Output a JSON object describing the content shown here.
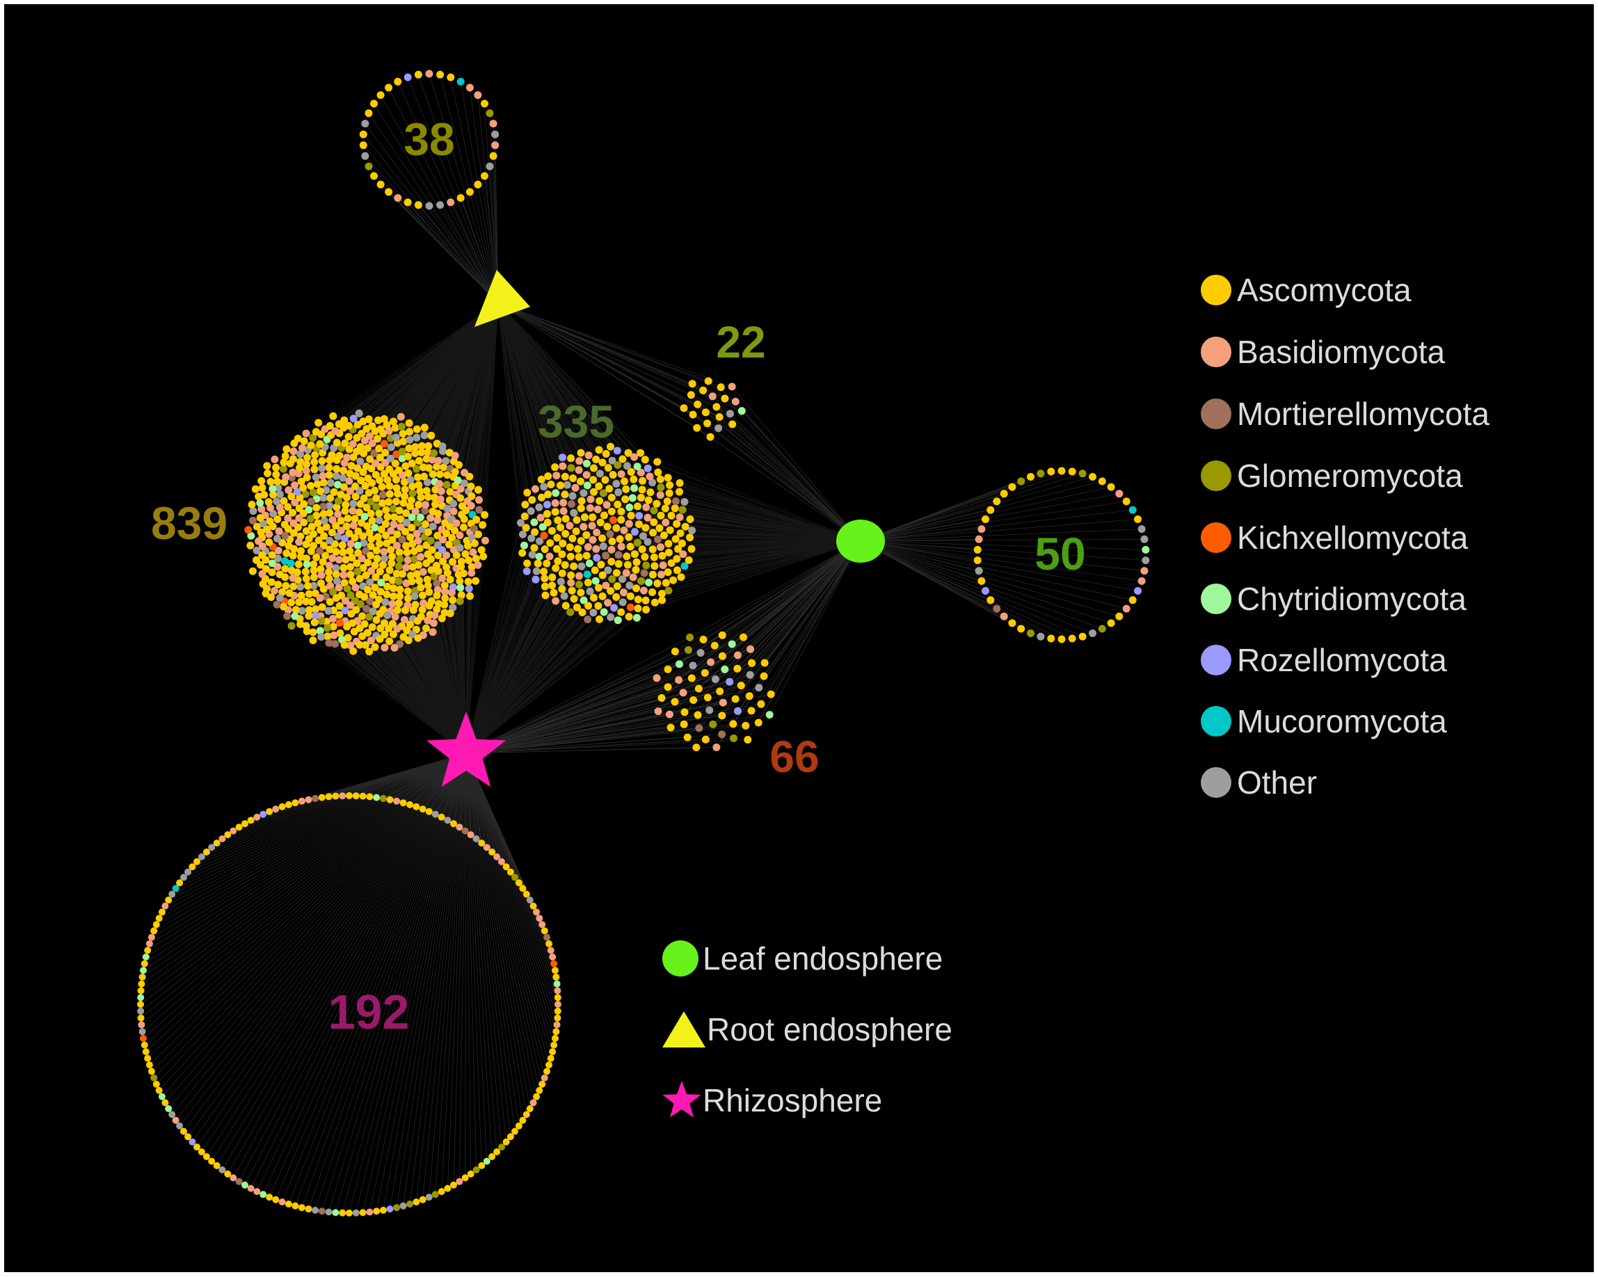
{
  "colors": {
    "background": "#000000",
    "edge": "#d9d9d9",
    "Ascomycota": "#ffcc00",
    "Basidiomycota": "#f4a07a",
    "Mortierellomycota": "#a0705a",
    "Glomeromycota": "#9a9a00",
    "Kichxellomycota": "#ff5c00",
    "Chytridiomycota": "#9ef79a",
    "Rozellomycota": "#9a9aff",
    "Mucoromycota": "#00c8c8",
    "Other": "#9e9e9e"
  },
  "compartments": [
    {
      "id": "leaf",
      "label": "Leaf endosphere",
      "shape": "circle",
      "color": "#66f21a"
    },
    {
      "id": "root",
      "label": "Root endosphere",
      "shape": "triangle",
      "color": "#f2f21a"
    },
    {
      "id": "rhizo",
      "label": "Rhizosphere",
      "shape": "star",
      "color": "#ff1ab3"
    }
  ],
  "phyla": [
    {
      "name": "Ascomycota",
      "icon": "circle-icon"
    },
    {
      "name": "Basidiomycota",
      "icon": "circle-icon"
    },
    {
      "name": "Mortierellomycota",
      "icon": "circle-icon"
    },
    {
      "name": "Glomeromycota",
      "icon": "circle-icon"
    },
    {
      "name": "Kichxellomycota",
      "icon": "circle-icon"
    },
    {
      "name": "Chytridiomycota",
      "icon": "circle-icon"
    },
    {
      "name": "Rozellomycota",
      "icon": "circle-icon"
    },
    {
      "name": "Mucoromycota",
      "icon": "circle-icon"
    },
    {
      "name": "Other",
      "icon": "circle-icon"
    }
  ],
  "clusters": [
    {
      "id": "root-only",
      "count": "38",
      "n": 38,
      "connects": [
        "root"
      ],
      "layout": "ring",
      "label_color": "#8a8a00"
    },
    {
      "id": "root-leaf",
      "count": "22",
      "n": 22,
      "connects": [
        "root",
        "leaf"
      ],
      "layout": "fill",
      "label_color": "#7d9a10"
    },
    {
      "id": "root-rhizo",
      "count": "839",
      "n": 839,
      "connects": [
        "root",
        "rhizo"
      ],
      "layout": "fill",
      "label_color": "#9a7d10"
    },
    {
      "id": "all-three",
      "count": "335",
      "n": 335,
      "connects": [
        "root",
        "leaf",
        "rhizo"
      ],
      "layout": "fill",
      "label_color": "#4a6a2a"
    },
    {
      "id": "leaf-only",
      "count": "50",
      "n": 50,
      "connects": [
        "leaf"
      ],
      "layout": "ring",
      "label_color": "#4aa010"
    },
    {
      "id": "leaf-rhizo",
      "count": "66",
      "n": 66,
      "connects": [
        "leaf",
        "rhizo"
      ],
      "layout": "fill",
      "label_color": "#b23a10"
    },
    {
      "id": "rhizo-only",
      "count": "192",
      "n": 192,
      "connects": [
        "rhizo"
      ],
      "layout": "ring",
      "label_color": "#9a1a6a"
    }
  ]
}
